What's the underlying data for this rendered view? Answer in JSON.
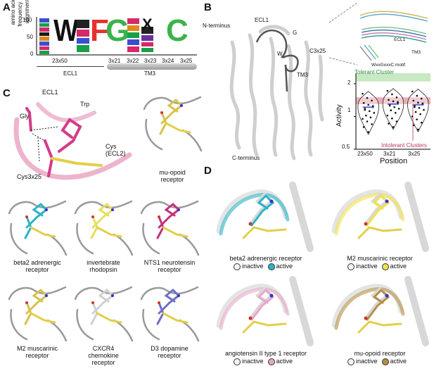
{
  "panels": {
    "a": "A",
    "b": "B",
    "c": "C",
    "d": "D"
  },
  "panel_a": {
    "ylabel_line1": "amino acid",
    "ylabel_line2": "frequency in",
    "ylabel_line3": "alignment",
    "y_ticks": [
      "100",
      "50",
      "0"
    ],
    "positions": [
      "23x50",
      "3x21",
      "3x22",
      "3x23",
      "3x24",
      "3x25"
    ],
    "regions": {
      "ecl1": "ECL1",
      "tm3": "TM3"
    },
    "logo_letters": [
      "W",
      "F",
      "G",
      "X",
      "C"
    ]
  },
  "panel_b": {
    "n_terminus": "N-terminus",
    "c_terminus": "C-terminus",
    "ecl1": "ECL1",
    "g": "G",
    "w": "W",
    "c3x25": "C3x25",
    "tm3": "TM3",
    "inset_ecl1": "ECL1",
    "inset_tm3": "TM3",
    "motif": "WxxGxxxC motif"
  },
  "chart_data": {
    "type": "violin",
    "categories": [
      "23x50",
      "3x21",
      "3x25"
    ],
    "xlabel": "Position",
    "ylabel": "Activity",
    "yscale": "log",
    "ylim": [
      0.5,
      2.5
    ],
    "y_ticks": [
      "2",
      "1",
      "0.5"
    ],
    "bands": [
      {
        "label": "Tolerant Cluster",
        "color": "#b9e3b4"
      },
      {
        "label": "Intolerant Clusters",
        "color": "#e59aa6"
      }
    ],
    "series": [
      {
        "values": [
          1.62,
          1.48,
          1.4,
          1.33,
          1.28,
          1.22,
          1.18,
          1.12,
          1.08,
          1.02,
          0.98,
          0.95,
          0.9,
          0.85,
          0.8,
          0.72,
          1.25,
          1.15
        ],
        "median": 1.22
      },
      {
        "values": [
          1.72,
          1.6,
          1.5,
          1.42,
          1.38,
          1.33,
          1.28,
          1.22,
          1.18,
          1.14,
          1.08,
          1.02,
          0.96,
          0.9,
          0.86,
          0.8,
          1.36,
          1.26
        ],
        "median": 1.3
      },
      {
        "values": [
          1.7,
          1.55,
          1.46,
          1.4,
          1.34,
          1.3,
          1.25,
          1.2,
          1.15,
          1.1,
          1.05,
          1.0,
          0.94,
          0.88,
          0.83,
          0.76,
          1.32,
          1.22
        ],
        "median": 1.28
      }
    ]
  },
  "panel_c": {
    "ecl1": "ECL1",
    "trp": "Trp",
    "gly": "Gly",
    "cys_l1": "Cys",
    "cys_l2": "(ECL2)",
    "cys3x25": "Cys3x25",
    "structures": [
      {
        "l1": "mu-opoid",
        "l2": "receptor",
        "color": "#d9c24a"
      },
      {
        "l1": "beta2 adrenergic",
        "l2": "receptor",
        "color": "#2bb3c8"
      },
      {
        "l1": "invertebrate",
        "l2": "rhodopsin",
        "color": "#e6e05a"
      },
      {
        "l1": "NTS1 neurotensin",
        "l2": "receptor",
        "color": "#c4307b"
      },
      {
        "l1": "M2 muscarinic",
        "l2": "receptor",
        "color": "#d8c04c"
      },
      {
        "l1": "CXCR4",
        "l2": "chemokine",
        "l3": "receptor",
        "color": "#d0d0d0"
      },
      {
        "l1": "D3 dopamine",
        "l2": "receptor",
        "color": "#6f6fc6"
      }
    ]
  },
  "panel_d": {
    "inactive": "inactive",
    "active": "active",
    "structures": [
      {
        "title": "beta2 adrenergic receptor",
        "active_color": "#2bb3c8"
      },
      {
        "title": "M2 muscarinic receptor",
        "active_color": "#f2e24a"
      },
      {
        "title": "angiotensin II type 1 receptor",
        "active_color": "#e8a6c8"
      },
      {
        "title": "mu-opoid receptor",
        "active_color": "#b58f45"
      }
    ]
  },
  "colors": {
    "magenta": "#d63b86",
    "pink": "#eaa0c0",
    "yellow": "#e2cf49",
    "gray": "#7a7a7a"
  }
}
